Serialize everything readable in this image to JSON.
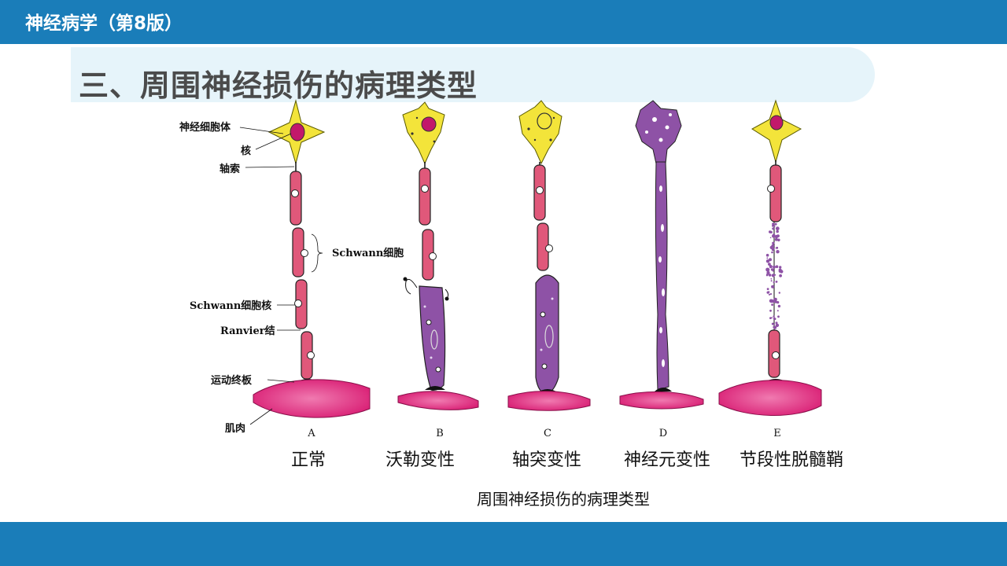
{
  "header": {
    "course_title": "神经病学（第8版）"
  },
  "slide": {
    "title": "三、周围神经损伤的病理类型"
  },
  "figure": {
    "labels": {
      "cell_body": "神经细胞体",
      "nucleus": "核",
      "axon": "轴索",
      "schwann_cell": "Schwann细胞",
      "schwann_nucleus": "Schwann细胞核",
      "ranvier": "Ranvier结",
      "endplate": "运动终板",
      "muscle": "肌肉"
    },
    "panels": [
      {
        "letter": "A",
        "type": "正常"
      },
      {
        "letter": "B",
        "type": "沃勒变性"
      },
      {
        "letter": "C",
        "type": "轴突变性"
      },
      {
        "letter": "D",
        "type": "神经元变性"
      },
      {
        "letter": "E",
        "type": "节段性脱髓鞘"
      }
    ],
    "caption": "周围神经损伤的病理类型",
    "colors": {
      "cell_body": "#f3e43a",
      "nucleus": "#c2186b",
      "myelin": "#e0587a",
      "degenerated": "#8e52a6",
      "muscle": "#e4267f"
    }
  }
}
